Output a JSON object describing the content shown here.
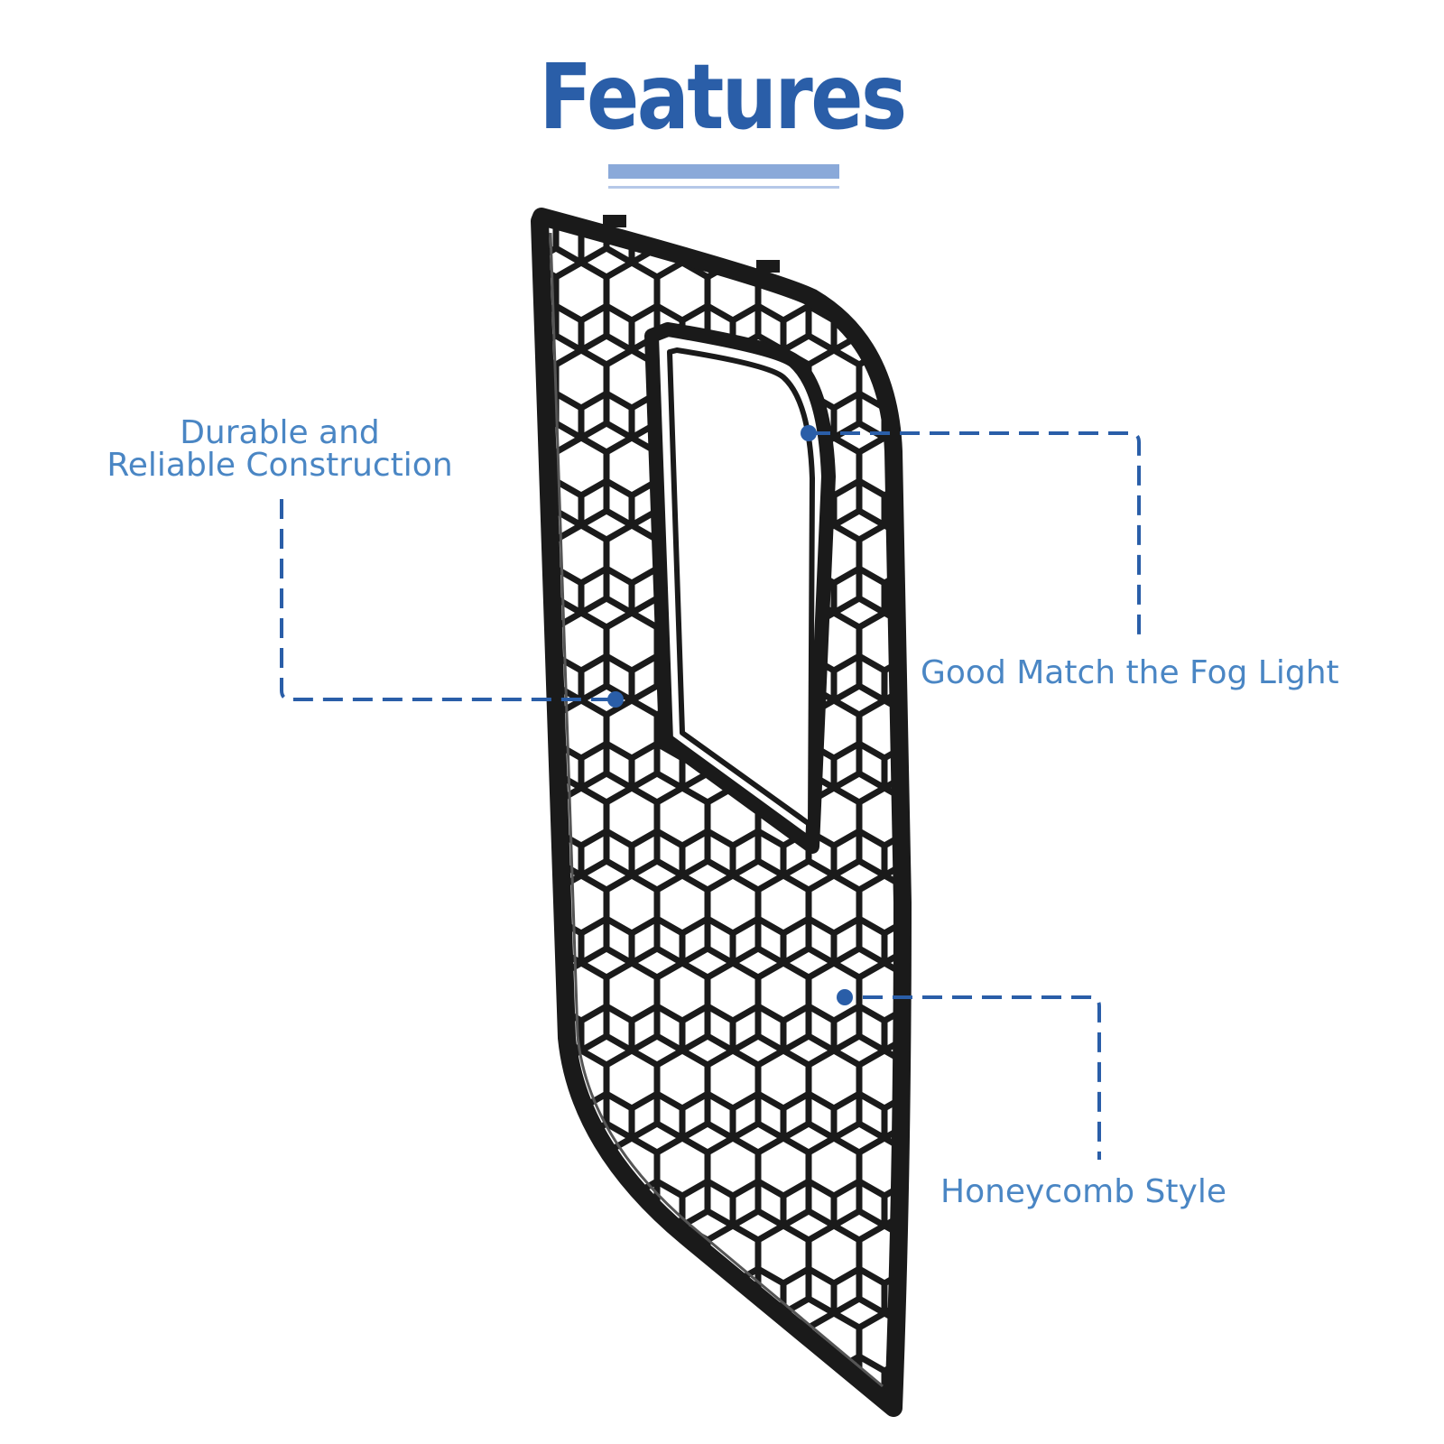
{
  "title": "Features",
  "callouts": {
    "durable_line1": "Durable and",
    "durable_line2": "Reliable Construction",
    "fog_light": "Good Match the Fog Light",
    "honeycomb": "Honeycomb Style"
  },
  "colors": {
    "title": "#2a5ea8",
    "underline": "#8aa9d9",
    "underline_thin": "#b5c8e8",
    "callout_text": "#4a86c4",
    "leader_line": "#2a5ea8",
    "grille": "#1a1a1a",
    "background": "#ffffff"
  }
}
